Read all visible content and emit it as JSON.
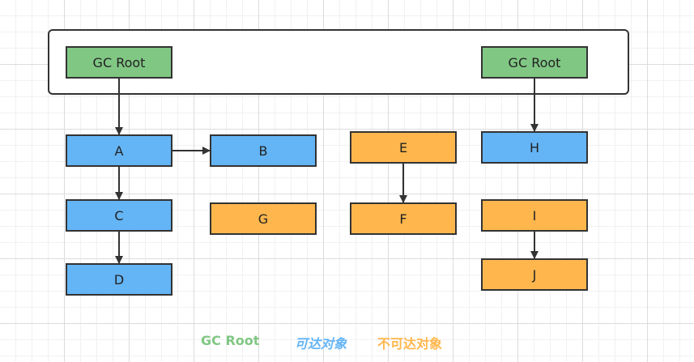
{
  "colors": {
    "root": "#81c784",
    "reachable": "#64b5f6",
    "unreachable": "#ffb74d",
    "stroke": "#333333"
  },
  "nodes": {
    "gc_root_left": {
      "label": "GC Root",
      "kind": "root"
    },
    "gc_root_right": {
      "label": "GC Root",
      "kind": "root"
    },
    "a": {
      "label": "A",
      "kind": "reachable"
    },
    "b": {
      "label": "B",
      "kind": "reachable"
    },
    "c": {
      "label": "C",
      "kind": "reachable"
    },
    "d": {
      "label": "D",
      "kind": "reachable"
    },
    "e": {
      "label": "E",
      "kind": "unreachable"
    },
    "f": {
      "label": "F",
      "kind": "unreachable"
    },
    "g": {
      "label": "G",
      "kind": "unreachable"
    },
    "h": {
      "label": "H",
      "kind": "reachable"
    },
    "i": {
      "label": "I",
      "kind": "unreachable"
    },
    "j": {
      "label": "J",
      "kind": "unreachable"
    }
  },
  "edges": [
    {
      "from": "gc_root_left",
      "to": "a"
    },
    {
      "from": "a",
      "to": "b"
    },
    {
      "from": "a",
      "to": "c"
    },
    {
      "from": "c",
      "to": "d"
    },
    {
      "from": "e",
      "to": "f"
    },
    {
      "from": "gc_root_right",
      "to": "h"
    },
    {
      "from": "i",
      "to": "j"
    }
  ],
  "legend": {
    "root": {
      "label": "GC Root",
      "color": "#81c784"
    },
    "reachable": {
      "label": "可达对象",
      "color": "#64b5f6"
    },
    "unreachable": {
      "label": "不可达对象",
      "color": "#ffb74d"
    }
  }
}
